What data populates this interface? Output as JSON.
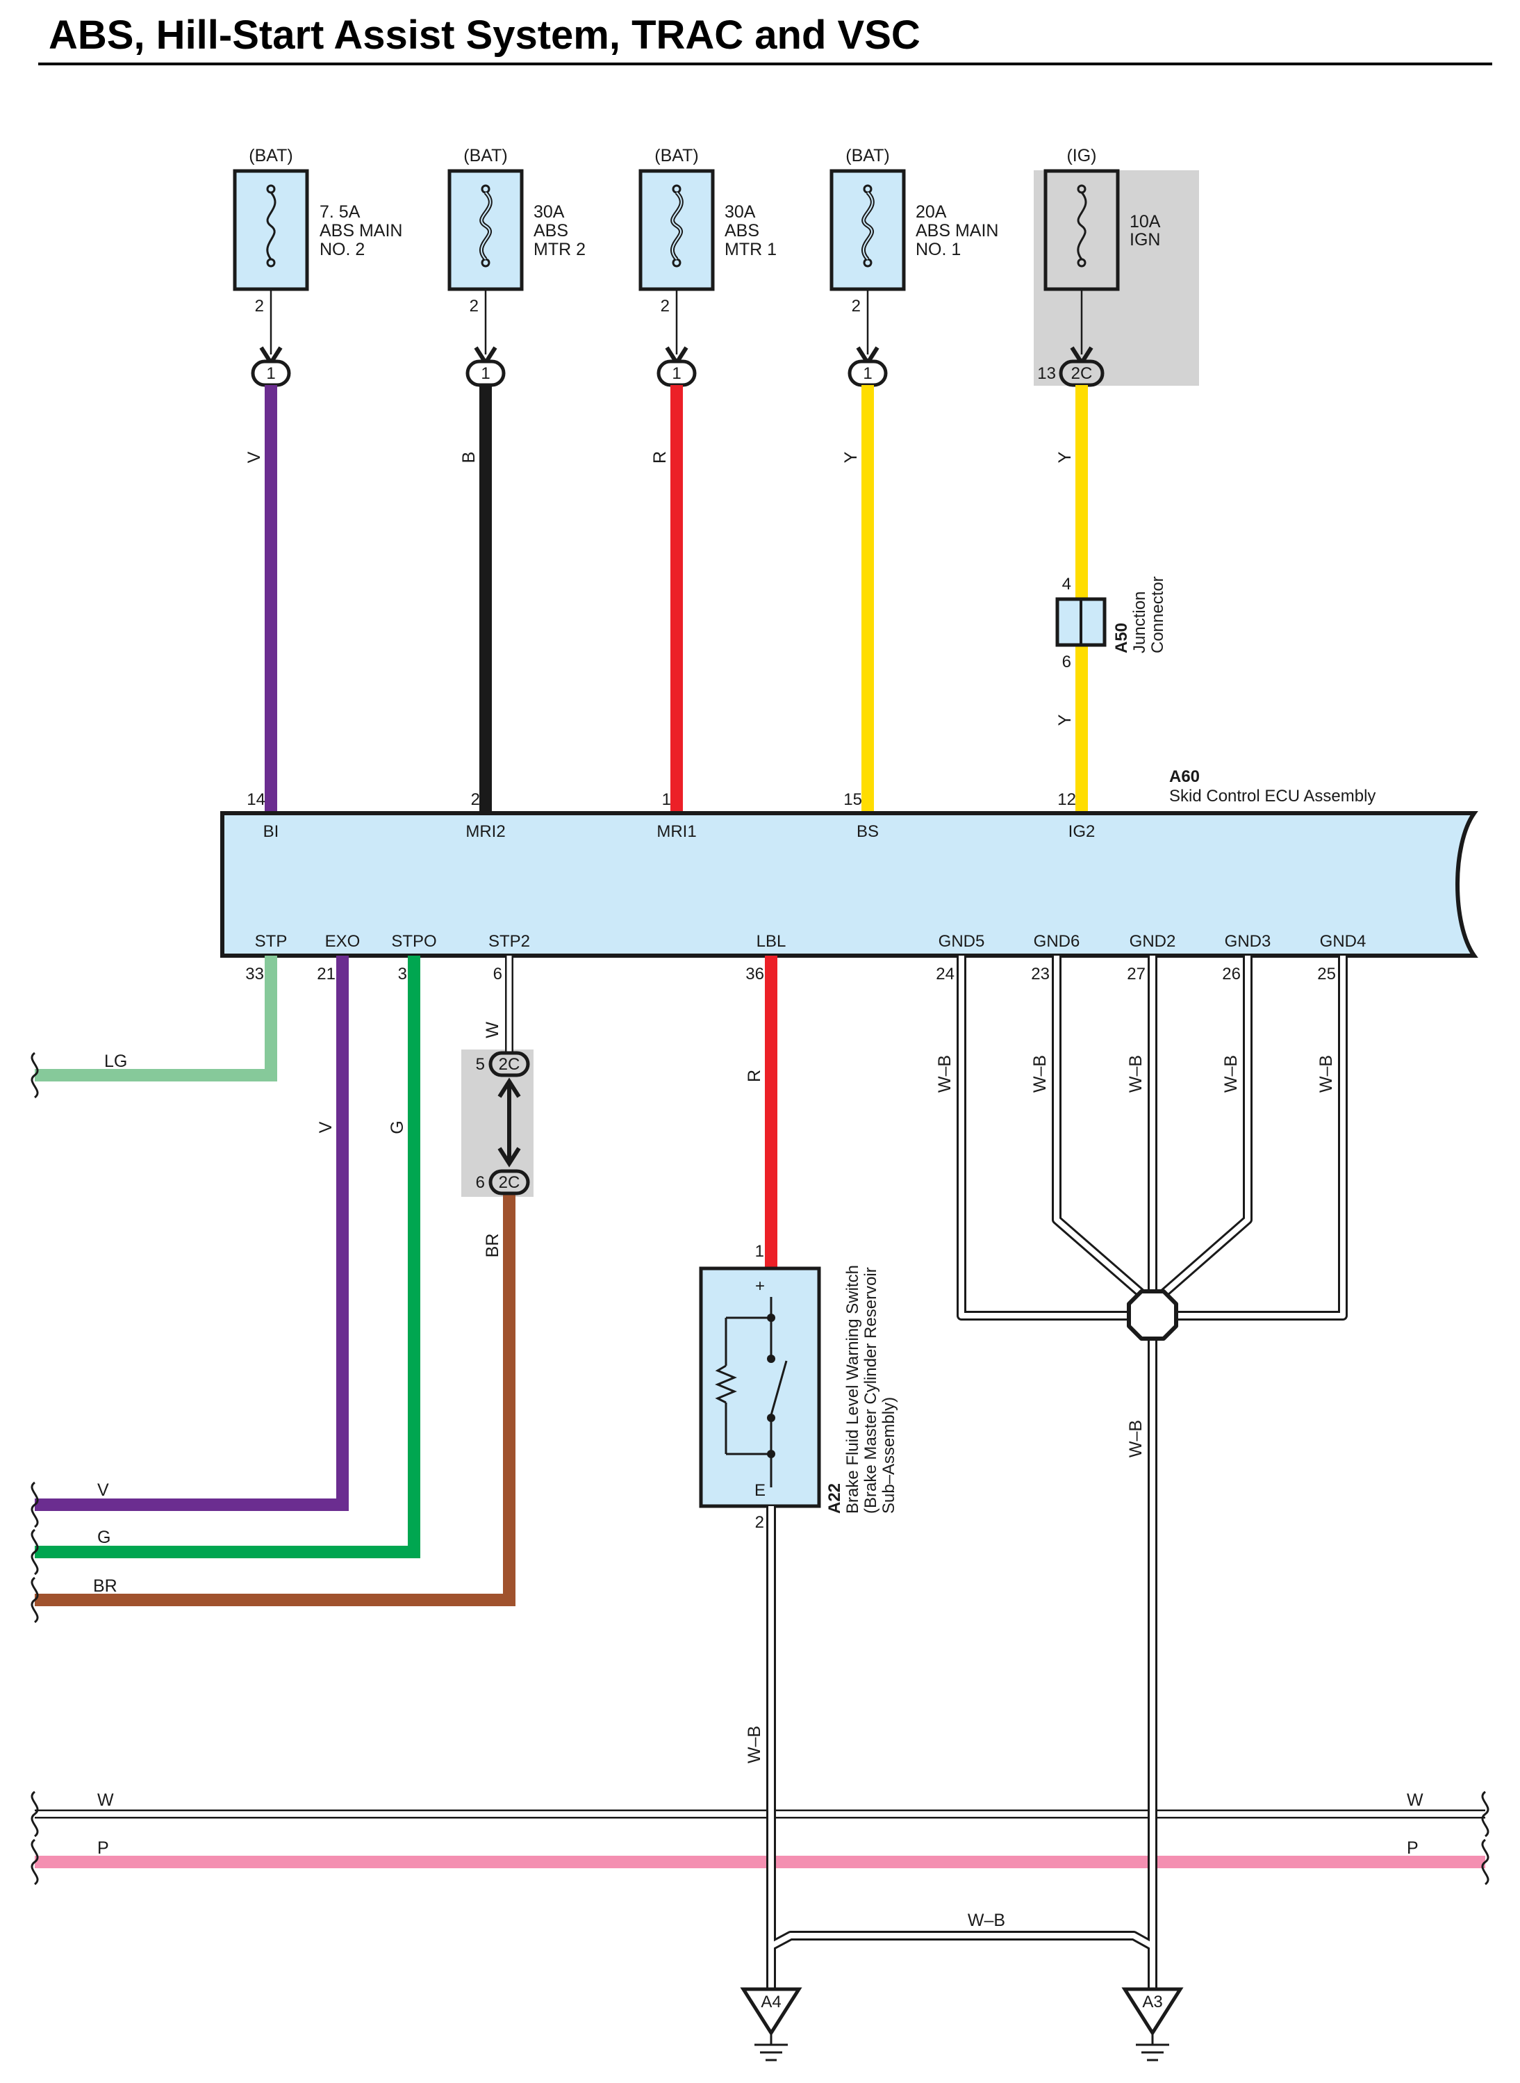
{
  "title": "ABS, Hill-Start Assist System, TRAC and VSC",
  "colors": {
    "violet": "#6b2d90",
    "black": "#1a1a1a",
    "red": "#ec2027",
    "yellow": "#ffdd00",
    "light_green": "#86c99a",
    "green": "#00a650",
    "brown": "#a0522d",
    "pink": "#f48fb1",
    "white_wire": "#ffffff",
    "component_fill": "#cce9f9",
    "shade": "#d3d3d3"
  },
  "fuses": [
    {
      "source": "(BAT)",
      "line1": "7. 5A",
      "line2": "ABS MAIN",
      "line3": "NO. 2",
      "pin": "2",
      "conn_pin": "1",
      "wire": "V",
      "icon": "fuse-icon"
    },
    {
      "source": "(BAT)",
      "line1": "30A",
      "line2": "ABS",
      "line3": "MTR 2",
      "pin": "2",
      "conn_pin": "1",
      "wire": "B",
      "icon": "fusible-link-icon"
    },
    {
      "source": "(BAT)",
      "line1": "30A",
      "line2": "ABS",
      "line3": "MTR 1",
      "pin": "2",
      "conn_pin": "1",
      "wire": "R",
      "icon": "fusible-link-icon"
    },
    {
      "source": "(BAT)",
      "line1": "20A",
      "line2": "ABS MAIN",
      "line3": "NO. 1",
      "pin": "2",
      "conn_pin": "1",
      "wire": "Y",
      "icon": "fusible-link-icon"
    },
    {
      "source": "(IG)",
      "line1": "10A",
      "line2": "IGN",
      "line3": "",
      "pin": "13",
      "conn_pin": "2C",
      "wire": "Y",
      "icon": "fuse-icon"
    }
  ],
  "junction": {
    "id": "A50",
    "name1": "Junction",
    "name2": "Connector",
    "pin_top": "4",
    "pin_bottom": "6",
    "wire_below": "Y"
  },
  "ecu": {
    "id": "A60",
    "name": "Skid Control ECU Assembly",
    "top_pins": [
      {
        "num": "14",
        "label": "BI"
      },
      {
        "num": "2",
        "label": "MRI2"
      },
      {
        "num": "1",
        "label": "MRI1"
      },
      {
        "num": "15",
        "label": "BS"
      },
      {
        "num": "12",
        "label": "IG2"
      }
    ],
    "bottom_pins": [
      {
        "num": "33",
        "label": "STP"
      },
      {
        "num": "21",
        "label": "EXO"
      },
      {
        "num": "3",
        "label": "STPO"
      },
      {
        "num": "6",
        "label": "STP2"
      },
      {
        "num": "36",
        "label": "LBL"
      },
      {
        "num": "24",
        "label": "GND5"
      },
      {
        "num": "23",
        "label": "GND6"
      },
      {
        "num": "27",
        "label": "GND2"
      },
      {
        "num": "26",
        "label": "GND3"
      },
      {
        "num": "25",
        "label": "GND4"
      }
    ]
  },
  "bottom_wires": {
    "stp": "LG",
    "exo": "V",
    "stpo": "G",
    "stp2": "W",
    "stp2_below": "BR",
    "lbl": "R",
    "gnd": [
      "W–B",
      "W–B",
      "W–B",
      "W–B",
      "W–B"
    ],
    "gnd_trunk": "W–B",
    "switch_out": "W–B",
    "ground_link": "W–B"
  },
  "connector_2c": {
    "label": "2C",
    "pin_top": "5",
    "pin_bottom": "6"
  },
  "switch": {
    "id": "A22",
    "name1": "Brake Fluid Level Warning Switch",
    "name2": "(Brake Master Cylinder Reservoir",
    "name3": "Sub–Assembly)",
    "pin_top": "1",
    "pin_bottom": "2",
    "plus": "+",
    "e": "E"
  },
  "left_wires": {
    "lg": "LG",
    "v": "V",
    "g": "G",
    "br": "BR"
  },
  "bus": {
    "w_left": "W",
    "w_right": "W",
    "p_left": "P",
    "p_right": "P"
  },
  "grounds": [
    "A4",
    "A3"
  ]
}
